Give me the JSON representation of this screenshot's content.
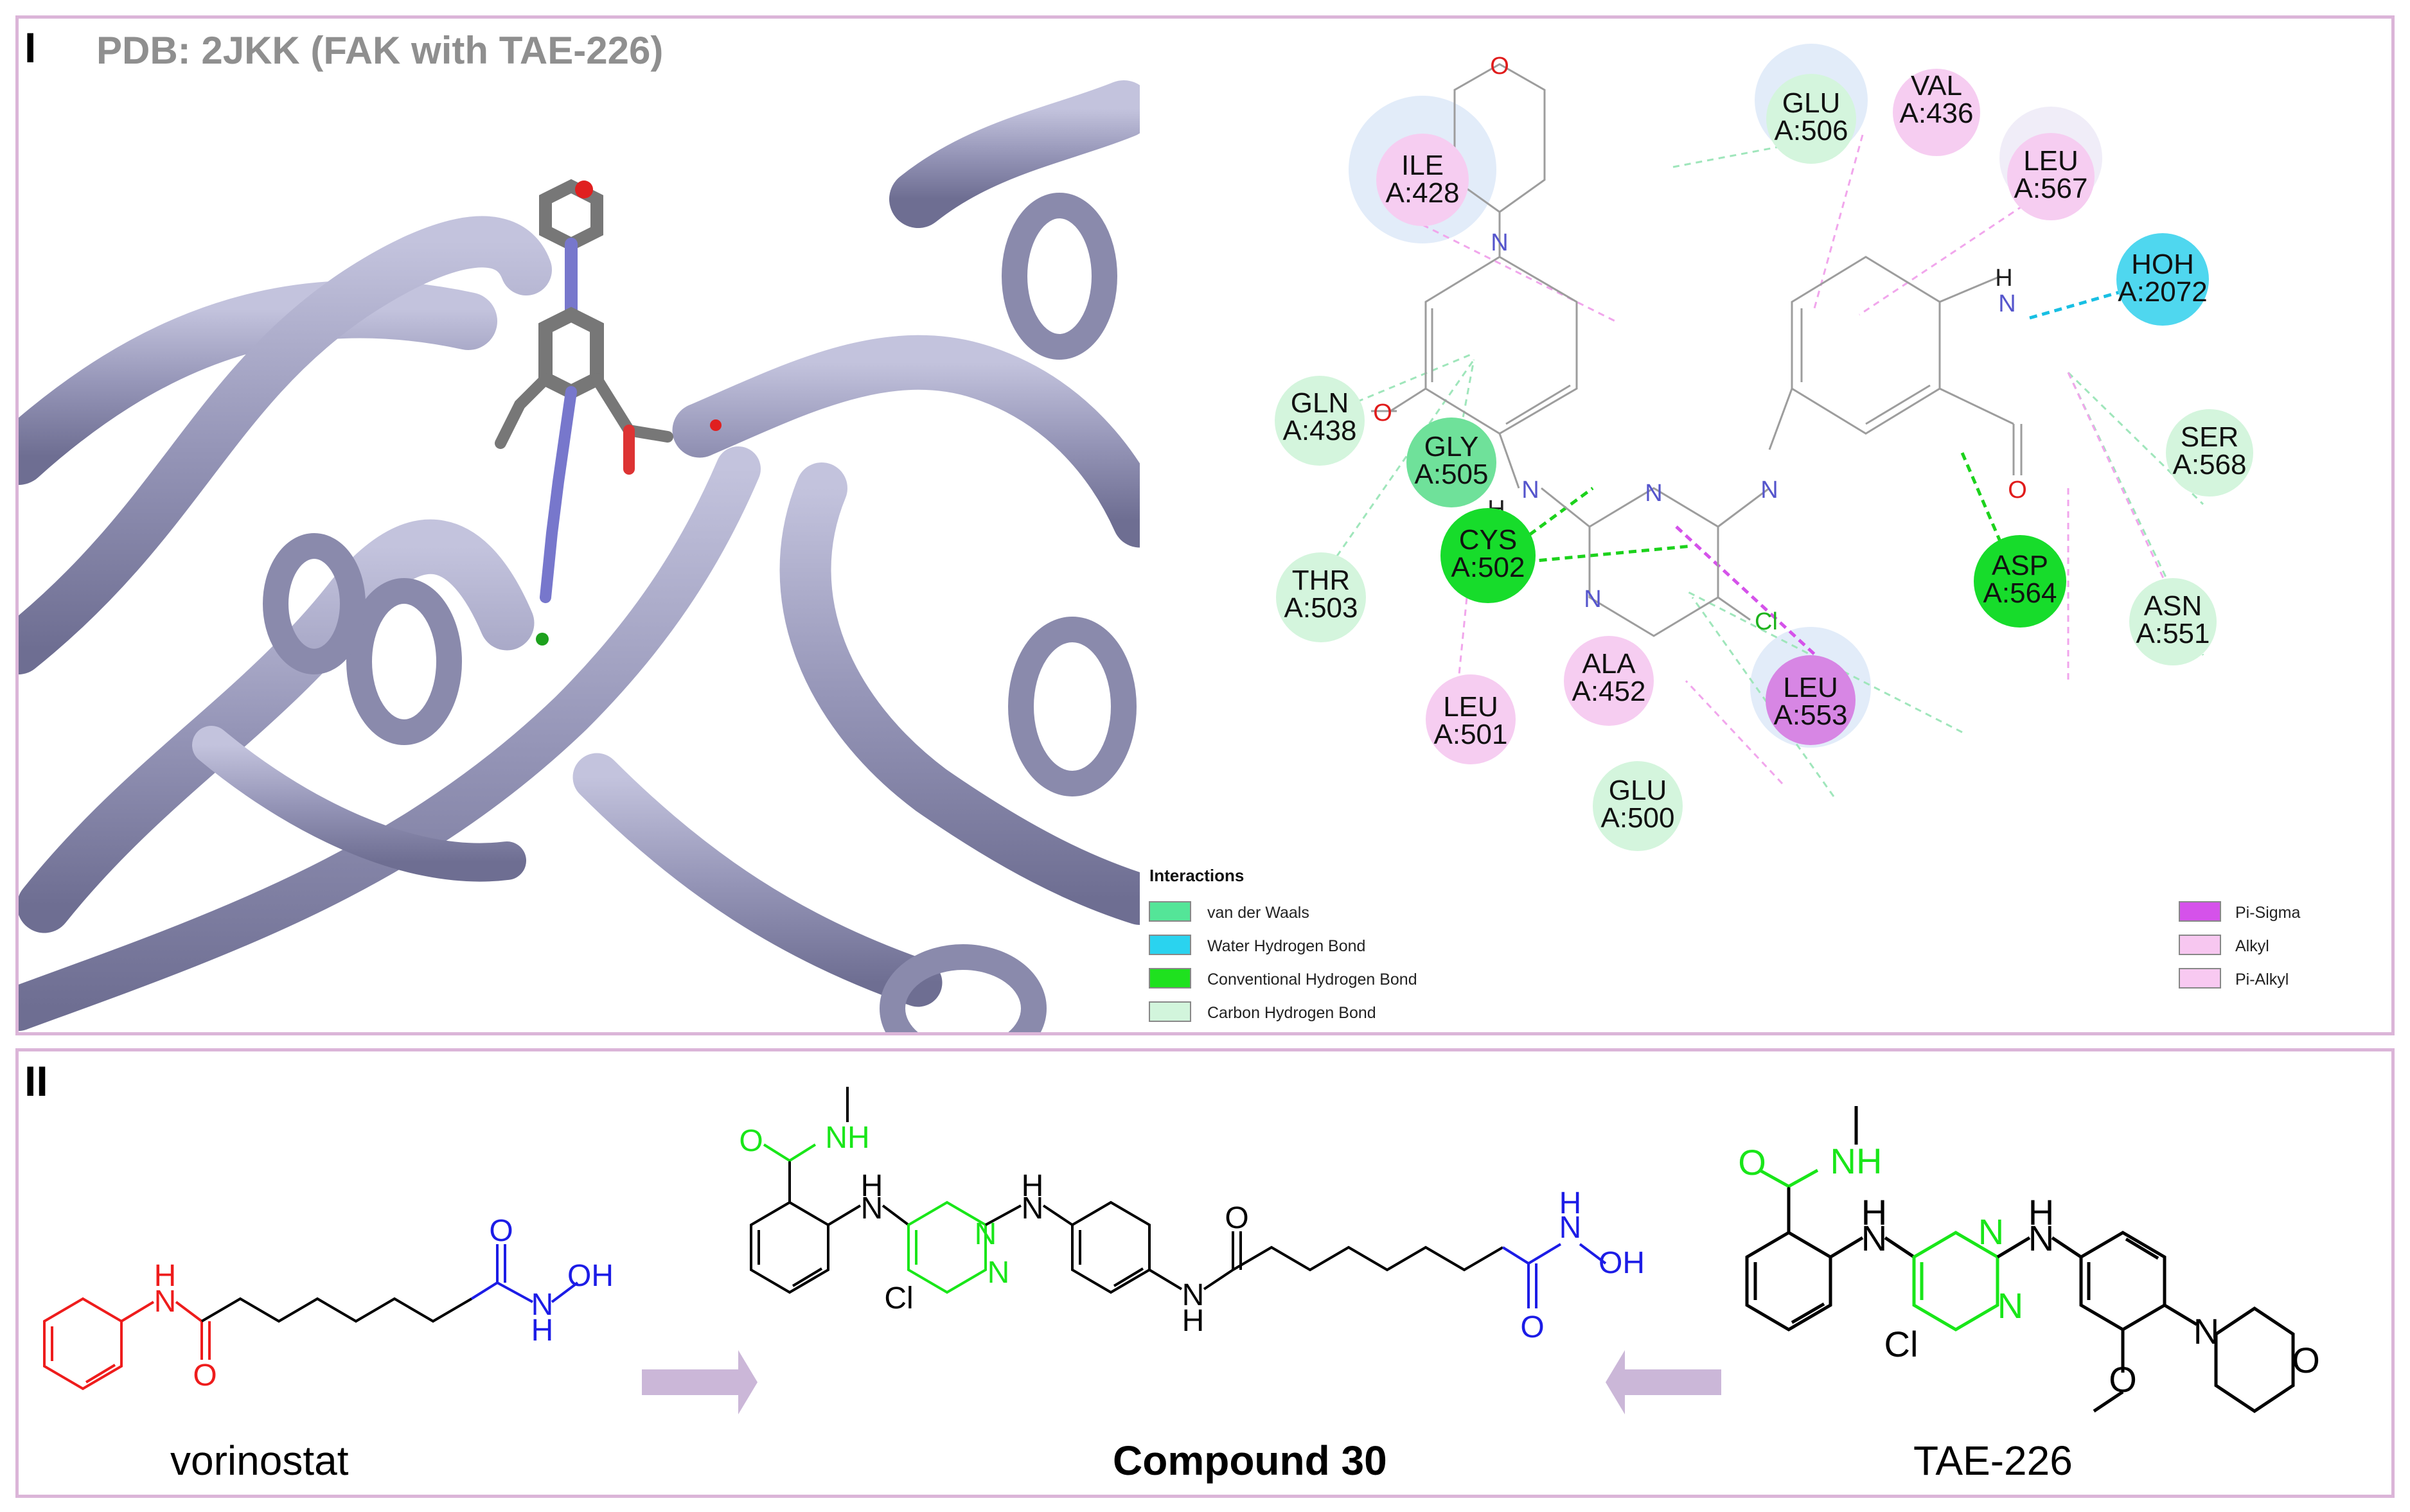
{
  "panel1": {
    "label": "I",
    "title": "PDB: 2JKK (FAK with TAE-226)",
    "residues": [
      {
        "name": "ILE",
        "id": "A:428",
        "color": "#f6cdf1",
        "halo": true
      },
      {
        "name": "GLU",
        "id": "A:506",
        "color": "#d4f5dd",
        "halo": true
      },
      {
        "name": "VAL",
        "id": "A:436",
        "color": "#f6cdf1",
        "halo": false
      },
      {
        "name": "LEU",
        "id": "A:567",
        "color": "#f6cdf1",
        "halo": true
      },
      {
        "name": "HOH",
        "id": "A:2072",
        "color": "#4fd7ef",
        "halo": false
      },
      {
        "name": "GLN",
        "id": "A:438",
        "color": "#d4f5dd",
        "halo": false
      },
      {
        "name": "GLY",
        "id": "A:505",
        "color": "#6fe19a",
        "halo": false
      },
      {
        "name": "SER",
        "id": "A:568",
        "color": "#d4f5dd",
        "halo": false
      },
      {
        "name": "CYS",
        "id": "A:502",
        "color": "#17dc2b",
        "halo": false
      },
      {
        "name": "THR",
        "id": "A:503",
        "color": "#d4f5dd",
        "halo": false
      },
      {
        "name": "ASP",
        "id": "A:564",
        "color": "#17dc2b",
        "halo": false
      },
      {
        "name": "ASN",
        "id": "A:551",
        "color": "#d4f5dd",
        "halo": false
      },
      {
        "name": "ALA",
        "id": "A:452",
        "color": "#f6cdf1",
        "halo": false
      },
      {
        "name": "LEU",
        "id": "A:501",
        "color": "#f6cdf1",
        "halo": false
      },
      {
        "name": "LEU",
        "id": "A:553",
        "color": "#d786e4",
        "halo": true
      },
      {
        "name": "GLU",
        "id": "A:500",
        "color": "#d4f5dd",
        "halo": false
      }
    ],
    "atoms": {
      "O": "O",
      "N": "N",
      "H": "H",
      "Cl": "Cl"
    },
    "legend": {
      "title": "Interactions",
      "items": [
        {
          "label": "van der Waals",
          "color": "#54e598"
        },
        {
          "label": "Water Hydrogen Bond",
          "color": "#2ad3ef"
        },
        {
          "label": "Conventional Hydrogen Bond",
          "color": "#1fe11f"
        },
        {
          "label": "Carbon Hydrogen Bond",
          "color": "#d2f5dc"
        },
        {
          "label": "Pi-Sigma",
          "color": "#d552ea"
        },
        {
          "label": "Alkyl",
          "color": "#f7c7f0"
        },
        {
          "label": "Pi-Alkyl",
          "color": "#f8c9f1"
        }
      ]
    }
  },
  "panel2": {
    "label": "II",
    "vorinostat": "vorinostat",
    "compound": "Compound 30",
    "tae": "TAE-226",
    "atoms": {
      "H": "H",
      "N": "N",
      "O": "O",
      "OH": "OH",
      "NH": "NH",
      "Cl": "Cl"
    }
  },
  "colors": {
    "red": "#ee1c1c",
    "blue": "#1c1ce6",
    "green": "#19e619",
    "arrow": "#cbb7d8",
    "protein": "#9c9cbb"
  }
}
